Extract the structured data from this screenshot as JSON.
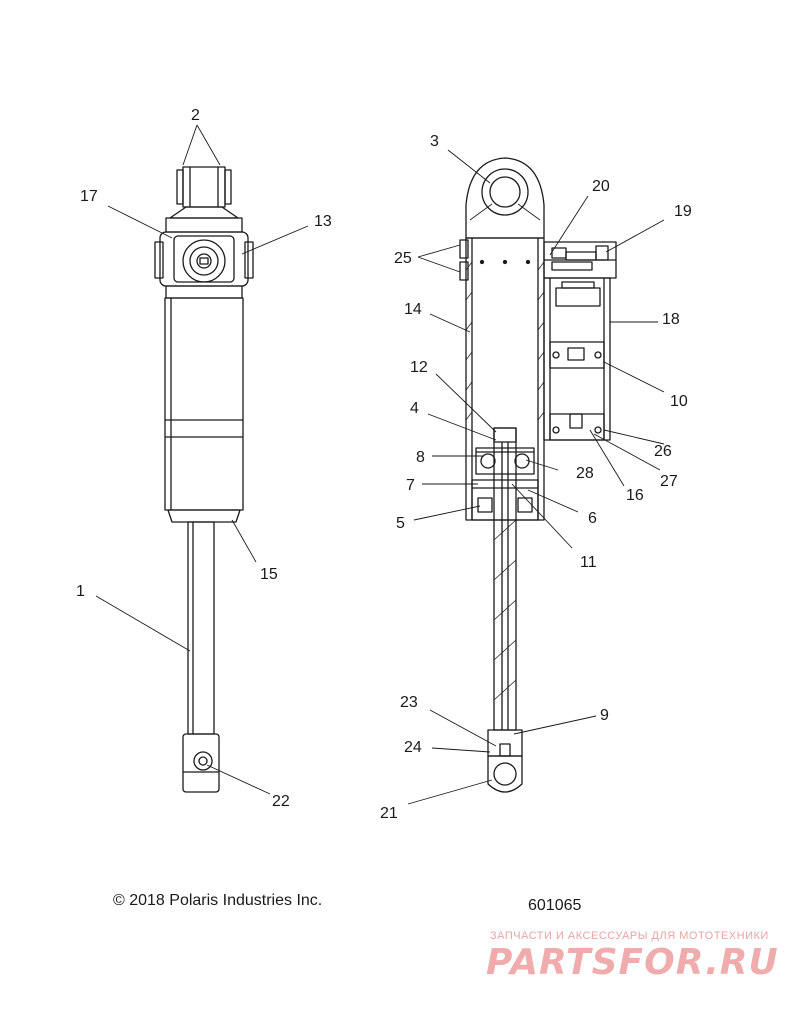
{
  "callouts": {
    "c1": "1",
    "c2": "2",
    "c3": "3",
    "c4": "4",
    "c5": "5",
    "c6": "6",
    "c7": "7",
    "c8": "8",
    "c9": "9",
    "c10": "10",
    "c11": "11",
    "c12": "12",
    "c13": "13",
    "c14": "14",
    "c15": "15",
    "c16": "16",
    "c17": "17",
    "c18": "18",
    "c19": "19",
    "c20": "20",
    "c21": "21",
    "c22": "22",
    "c23": "23",
    "c24": "24",
    "c25": "25",
    "c26": "26",
    "c27": "27",
    "c28": "28"
  },
  "footer": {
    "copyright": "© 2018 Polaris Industries Inc.",
    "drawing_number": "601065"
  },
  "watermark": {
    "tagline": "ЗАПЧАСТИ И АКСЕССУАРЫ ДЛЯ МОТОТЕХНИКИ",
    "brand": "PARTSFOR.RU"
  }
}
